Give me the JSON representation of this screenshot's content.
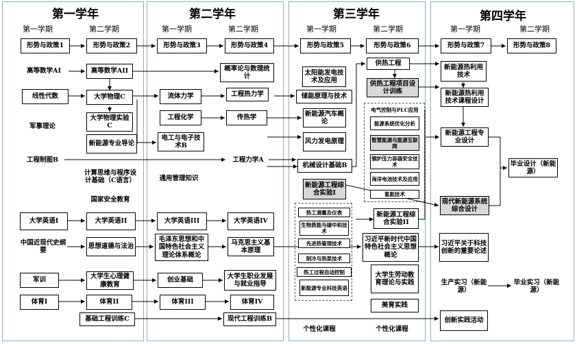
{
  "years": [
    "第一学年",
    "第二学年",
    "第三学年",
    "第四学年"
  ],
  "semesters": [
    "第一学期",
    "第二学期"
  ],
  "courses": {
    "c1": "形势与政策1",
    "c2": "形势与政策2",
    "c3": "形势与政策3",
    "c4": "形势与政策4",
    "c5": "形势与政策5",
    "c6": "形势与政策6",
    "c7": "形势与政策7",
    "c8": "形势与政策8",
    "gdsx1": "高等数学AI",
    "gdsx2": "高等数学AII",
    "xxds": "线性代数",
    "dxwl": "大学物理C",
    "dxwlsy": "大学物理实验C",
    "jslf": "军事理论",
    "xnyzydl": "新能源专业导论",
    "gcztb": "工程制图B",
    "jssw": "计算思维与程序设计基础（C语言）",
    "gjaq": "国家安全教育",
    "gllsl": "概率论与数理统计",
    "ltlx": "流体力学",
    "gcrlx": "工程热力学",
    "gchx": "工程化学",
    "crx": "传热学",
    "dgdz": "电工与电子技术B",
    "gclxa": "工程力学A",
    "tyglzs": "通用管理知识",
    "tynfd": "太阳能发电技术及应用",
    "cnyl": "储能原理与技术",
    "xnyqc": "新能源汽车概论",
    "flfd": "风力发电原理",
    "jxsj": "机械设计基础B",
    "xnygcsy1": "新能源工程综合实验I",
    "grgc": "供热工程",
    "grgckc": "供热工程项目设计训练",
    "dq1": "电气控制与PLC应用",
    "dq2": "能源系统优化分析",
    "dq3": "智慧能源与能源互联网",
    "dq4": "钢炉压力容器安全技术",
    "dq5": "海洋电池技术及应用",
    "dq6": "氢能技术",
    "xn1": "热工测量及仪表",
    "xn2": "生物质能与碳中和技术",
    "xn3": "先进热管理技术",
    "xn4": "制冷与热泵技术",
    "xn5": "热工过程自动控制",
    "xn6": "新能源专业科技英语",
    "xnygcsy2": "新能源工程综合实验II",
    "xnyrly": "新能源热利用技术",
    "xnyrlysj": "新能源热利用技术课程设计",
    "xnygczysj": "新能源工程专业设计",
    "bysj": "毕业设计（新能源）",
    "xdxnyxt": "现代新能源系统综合设计",
    "yy1": "大学英语I",
    "yy2": "大学英语II",
    "yy3": "大学英语III",
    "yy4": "大学英语IV",
    "zgjxds": "中国近现代史纲要",
    "sxdd": "思想道德与法治",
    "mzdsx": "毛泽东思想和中国特色社会主义理论体系概论",
    "mksz": "马克思主义基本原理",
    "xjp": "习近平新时代中国特色社会主义思想概论",
    "xjpkj": "习近平关于科技创新的重要论述",
    "jx": "军训",
    "dxsxl": "大学生心理健康教育",
    "cyjc": "创业基础",
    "dxszy": "大学生职业发展与就业指导",
    "ldjy": "大学生劳动教育理论与实践",
    "scsx": "生产实习（新能源）",
    "bysx": "毕业实习（新能源）",
    "mysj": "美育实践",
    "ty1": "体育I",
    "ty2": "体育II",
    "ty3": "体育III",
    "ty4": "体育IV",
    "jcgcx": "基础工程训练C",
    "xdgcx": "现代工程训练B",
    "cxsj": "创新实践活动",
    "gx1": "个性化课程",
    "gx2": "个性化课程"
  }
}
